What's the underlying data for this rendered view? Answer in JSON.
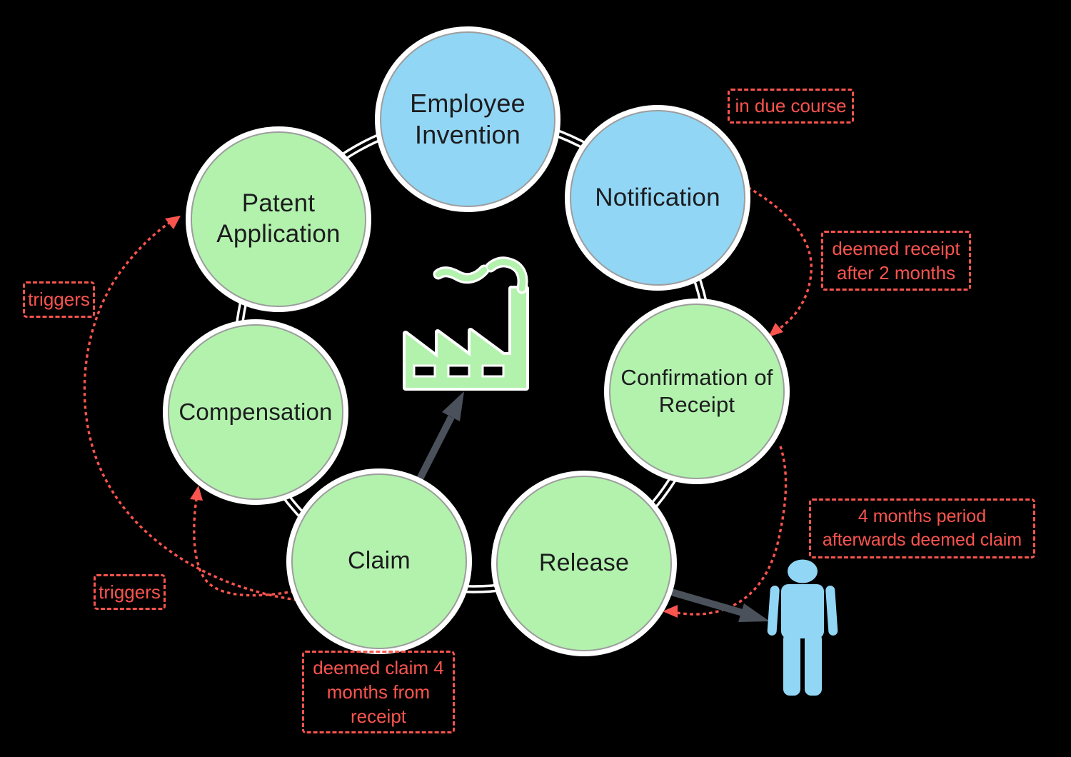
{
  "diagram": {
    "title_hint": "employee invention process cycle",
    "colors": {
      "background": "#000000",
      "node_blue": "#92d6f5",
      "node_green": "#b2f2ad",
      "node_border": "#9d9d9d",
      "node_halo": "#ffffff",
      "ring": "#ffffff",
      "annotation_red": "#fa544e",
      "dark_arrow": "#4a515b",
      "node_text": "#1c1c1e"
    },
    "nodes": [
      {
        "id": "employee-invention",
        "label": "Employee\nInvention",
        "color": "blue"
      },
      {
        "id": "notification",
        "label": "Notification",
        "color": "blue"
      },
      {
        "id": "confirmation-of-receipt",
        "label": "Confirmation of\nReceipt",
        "color": "green"
      },
      {
        "id": "release",
        "label": "Release",
        "color": "green"
      },
      {
        "id": "claim",
        "label": "Claim",
        "color": "green"
      },
      {
        "id": "compensation",
        "label": "Compensation",
        "color": "green"
      },
      {
        "id": "patent-application",
        "label": "Patent\nApplication",
        "color": "green"
      }
    ],
    "annotations": [
      {
        "id": "in-due-course",
        "text": "in due course"
      },
      {
        "id": "deemed-receipt",
        "text": "deemed receipt\nafter 2 months"
      },
      {
        "id": "four-months-period",
        "text": "4 months period\nafterwards deemed claim"
      },
      {
        "id": "deemed-claim",
        "text": "deemed claim 4\nmonths from\nreceipt"
      },
      {
        "id": "triggers-top",
        "text": "triggers"
      },
      {
        "id": "triggers-bottom",
        "text": "triggers"
      }
    ],
    "icons": [
      {
        "name": "factory-icon"
      },
      {
        "name": "person-icon"
      }
    ]
  }
}
